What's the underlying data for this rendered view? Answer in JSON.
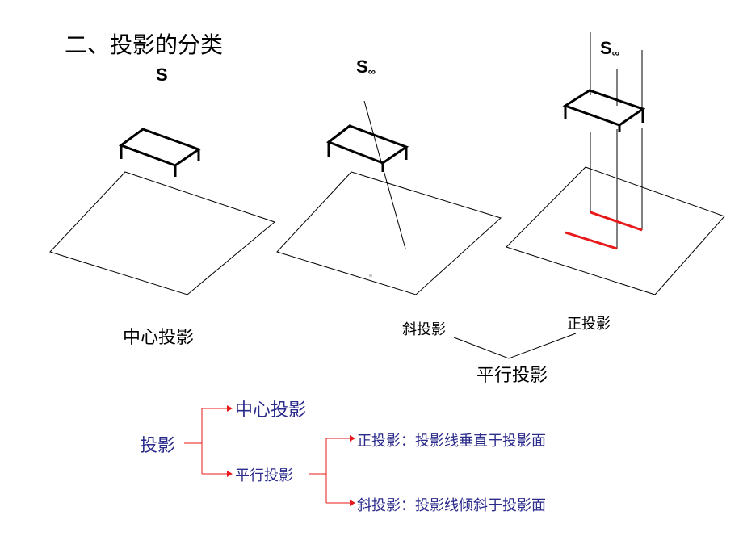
{
  "title": "二、投影的分类",
  "labels": {
    "center_point": "S",
    "infinity_point_base": "S",
    "infinity_sub": "∞"
  },
  "captions": {
    "central": "中心投影",
    "oblique": "斜投影",
    "orthographic": "正投影",
    "parallel": "平行投影"
  },
  "tree": {
    "root": "投影",
    "central": "中心投影",
    "parallel": "平行投影",
    "orthographic_def": "正投影：投影线垂直于投影面",
    "oblique_def": "斜投影：投影线倾斜于投影面"
  },
  "colors": {
    "line": "#000000",
    "projection_red": "#e8191a",
    "tree_text": "#2b2b8c",
    "tree_arrow": "#e8191a"
  }
}
